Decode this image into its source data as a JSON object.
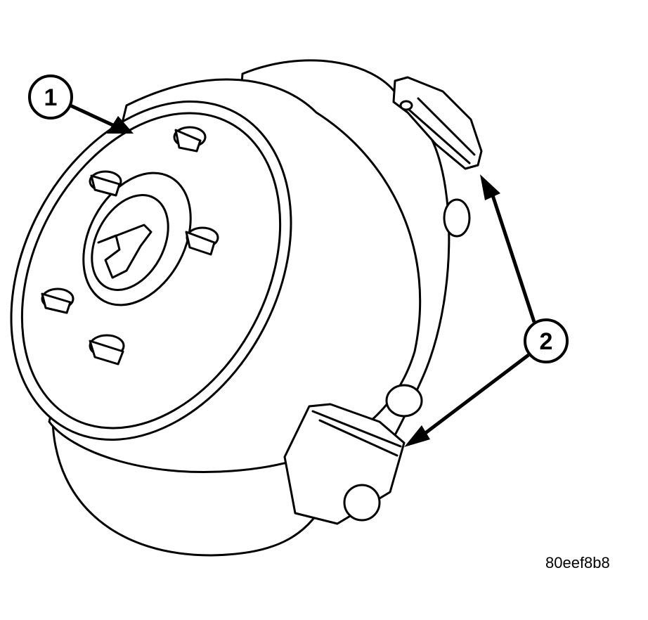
{
  "callouts": [
    {
      "label": "1"
    },
    {
      "label": "2"
    }
  ],
  "figure_id": "80eef8b8",
  "colors": {
    "ink": "#000000",
    "paper": "#ffffff"
  }
}
